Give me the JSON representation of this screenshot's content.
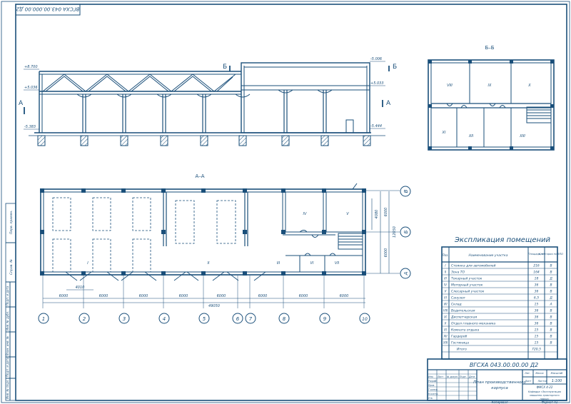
{
  "sheet": {
    "code_top": "ВГСХА 043.00.000.00 Д2",
    "code_stamp": "ВГСХА 043.00.00.00 Д2",
    "stamp_title": [
      "План производственного",
      "корпуса"
    ],
    "stamp_scale": "1:100",
    "stamp_sheet_label": "Лист",
    "stamp_mass_label": "Масса",
    "stamp_scale_label": "Масштаб",
    "stamp_letter_label": "Лит.",
    "stamp_sheets_label": "Листов",
    "stamp_org": [
      "Кафедра «Эксплуатация",
      "машинно-тракторного",
      "парка»"
    ],
    "stamp_group": "ФМСХ 4-22",
    "stamp_roles": [
      "Изм.",
      "Лист",
      "№ докум.",
      "Подп.",
      "Дата",
      "Разраб.",
      "Пров.",
      "Т.контр.",
      "Н.контр.",
      "Утв."
    ],
    "footer_left": "Копировал",
    "footer_right": "Формат  А1",
    "side_labels": [
      "Перв. примен.",
      "Справ. №",
      "Подп. и дата",
      "Инв. № дубл.",
      "Взам. инв. №",
      "Подп. и дата",
      "Инв. № подл."
    ]
  },
  "section_aa": {
    "level_marks": [
      "+8.700",
      "+5.036",
      "-5.006",
      "+5.033",
      "-5.383",
      "-5.444"
    ],
    "cut_letter_b": "Б",
    "cut_letter_a": "А"
  },
  "section_bb": {
    "title": "Б–Б",
    "rooms": [
      "VIII",
      "IX",
      "X",
      "XI",
      "XII",
      "XIII"
    ]
  },
  "plan": {
    "title": "А–А",
    "axes": [
      "1",
      "2",
      "3",
      "4",
      "5",
      "6",
      "7",
      "8",
      "9",
      "10"
    ],
    "row_axes": [
      "В",
      "Б",
      "А"
    ],
    "rooms": [
      "I",
      "II",
      "III",
      "IV",
      "V",
      "VI",
      "VII"
    ],
    "spans": [
      "6000",
      "6000",
      "6000",
      "6000",
      "6000",
      "6000",
      "6000",
      "6000"
    ],
    "total_length": "49050",
    "sub_dim": "4010",
    "right_dims": [
      "6000",
      "12050",
      "6000"
    ],
    "small_dim": "4080"
  },
  "explication": {
    "title": "Экспликация помещений",
    "headers": [
      "Поз.",
      "Наименование участка",
      "Площадь, м²",
      "Категория по ВПО"
    ],
    "rows": [
      [
        "I",
        "Стоянка для автомобилей",
        "216",
        "В"
      ],
      [
        "II",
        "Зона ТО",
        "164",
        "В"
      ],
      [
        "III",
        "Токарный участок",
        "18",
        "Д"
      ],
      [
        "IV",
        "Моторный участок",
        "36",
        "В"
      ],
      [
        "V",
        "Слесарный участок",
        "36",
        "В"
      ],
      [
        "VI",
        "Санузел",
        "6,5",
        "Д"
      ],
      [
        "VII",
        "Склад",
        "15",
        "А"
      ],
      [
        "VIII",
        "Водительская",
        "36",
        "В"
      ],
      [
        "IX",
        "Диспетчерская",
        "36",
        "В"
      ],
      [
        "X",
        "Отдел главного механика",
        "36",
        "В"
      ],
      [
        "XI",
        "Комната отдыха",
        "15",
        "В"
      ],
      [
        "XII",
        "Гардероб",
        "15",
        "В"
      ],
      [
        "XIII",
        "Гостиница",
        "15",
        "В"
      ],
      [
        "",
        "Итого",
        "720,5",
        ""
      ]
    ]
  }
}
